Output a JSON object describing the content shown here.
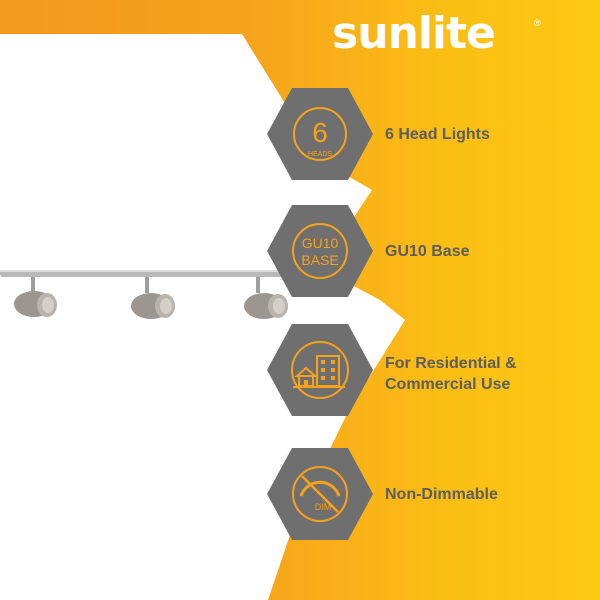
{
  "brand": {
    "name": "sunlite",
    "reg_mark": "®"
  },
  "colors": {
    "orange": "#f6a21c",
    "yellow": "#fdc812",
    "hex_gray": "#6f6f6f",
    "text_gray": "#5d5d5d",
    "white": "#ffffff"
  },
  "features": [
    {
      "icon": "six-heads-icon",
      "icon_number": "6",
      "icon_caption": "HEADS",
      "label": "6 Head Lights"
    },
    {
      "icon": "gu10-base-icon",
      "icon_line1": "GU10",
      "icon_line2": "BASE",
      "label": "GU10 Base"
    },
    {
      "icon": "buildings-icon",
      "label_line1": "For Residential &",
      "label_line2": "Commercial Use"
    },
    {
      "icon": "non-dimmable-icon",
      "icon_caption": "DIM",
      "label": "Non-Dimmable"
    }
  ]
}
